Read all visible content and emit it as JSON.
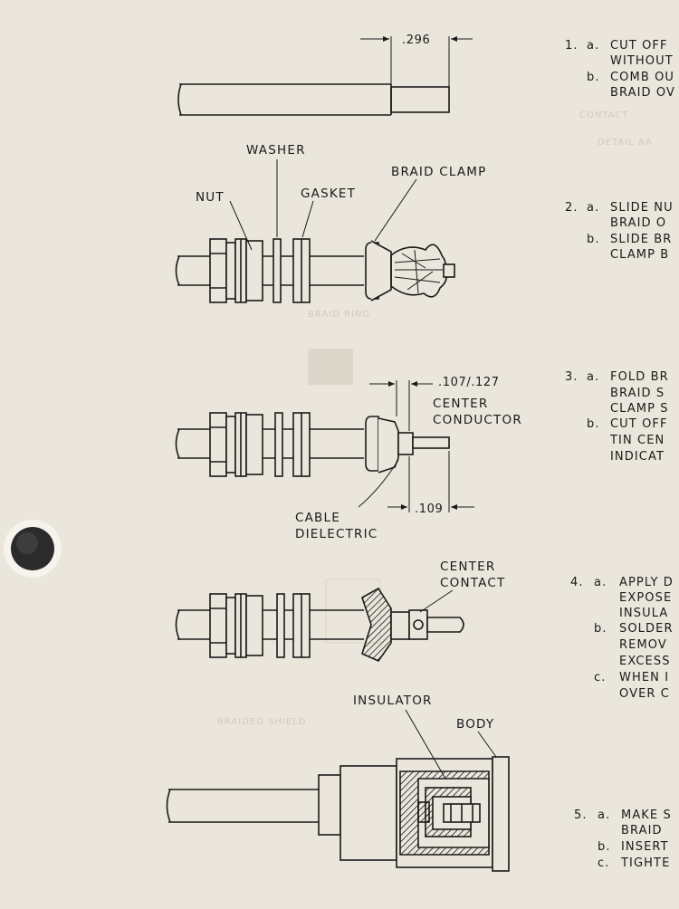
{
  "colors": {
    "paper": "#ebe6dc",
    "ink": "#1a1a1a",
    "ghost": "#b9b3a8"
  },
  "fig1": {
    "dim_label": ".296"
  },
  "fig2": {
    "washer": "WASHER",
    "nut": "NUT",
    "gasket": "GASKET",
    "braid_clamp": "BRAID CLAMP"
  },
  "fig3": {
    "dim_top": ".107/.127",
    "center_conductor_1": "CENTER",
    "center_conductor_2": "CONDUCTOR",
    "dim_bottom": ".109",
    "cable_dielectric_1": "CABLE",
    "cable_dielectric_2": "DIELECTRIC"
  },
  "fig4": {
    "center_contact_1": "CENTER",
    "center_contact_2": "CONTACT"
  },
  "fig5": {
    "insulator": "INSULATOR",
    "body": "BODY"
  },
  "steps": {
    "s1": {
      "num": "1.",
      "a": "a.",
      "a1": "CUT OFF",
      "a2": "WITHOUT",
      "b": "b.",
      "b1": "COMB OU",
      "b2": "BRAID OV"
    },
    "s2": {
      "num": "2.",
      "a": "a.",
      "a1": "SLIDE NU",
      "a2": "BRAID O",
      "b": "b.",
      "b1": "SLIDE BR",
      "b2": "CLAMP B"
    },
    "s3": {
      "num": "3.",
      "a": "a.",
      "a1": "FOLD BR",
      "a2": "BRAID S",
      "a3": "CLAMP S",
      "b": "b.",
      "b1": "CUT OFF",
      "b2": "TIN CEN",
      "b3": "INDICAT"
    },
    "s4": {
      "num": "4.",
      "a": "a.",
      "a1": "APPLY D",
      "a2": "EXPOSE",
      "a3": "INSULA",
      "b": "b.",
      "b1": "SOLDER",
      "b2": "REMOV",
      "b3": "EXCESS",
      "c": "c.",
      "c1": "WHEN I",
      "c2": "OVER C"
    },
    "s5": {
      "num": "5.",
      "a": "a.",
      "a1": "MAKE S",
      "a2": "BRAID",
      "b": "b.",
      "b1": "INSERT",
      "c": "c.",
      "c1": "TIGHTE"
    }
  }
}
